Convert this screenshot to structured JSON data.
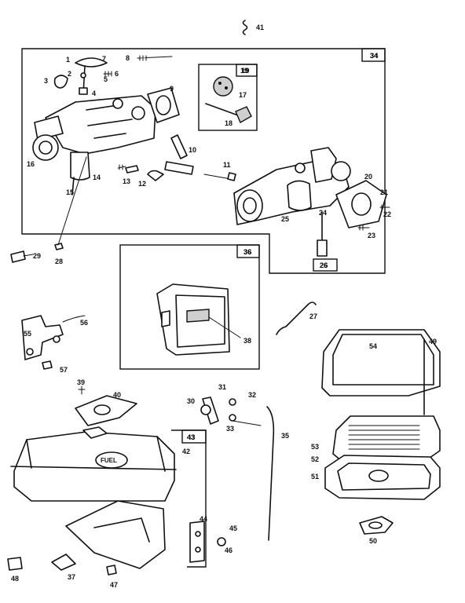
{
  "callouts": [
    "1",
    "2",
    "3",
    "4",
    "5",
    "6",
    "7",
    "8",
    "9",
    "10",
    "11",
    "12",
    "13",
    "14",
    "15",
    "16",
    "17",
    "18",
    "19",
    "20",
    "21",
    "22",
    "23",
    "24",
    "25",
    "26",
    "27",
    "28",
    "29",
    "30",
    "31",
    "32",
    "33",
    "34",
    "35",
    "36",
    "37",
    "38",
    "39",
    "40",
    "41",
    "42",
    "43",
    "44",
    "45",
    "46",
    "47",
    "48",
    "49",
    "50",
    "51",
    "52",
    "53",
    "54",
    "55",
    "56",
    "57"
  ],
  "box_labels": {
    "carb_kit": "34",
    "float_kit": "19",
    "gasket_kit": "26",
    "muffler_kit": "36",
    "tank_kit": "43"
  },
  "fuel_cap_text": "FUEL"
}
